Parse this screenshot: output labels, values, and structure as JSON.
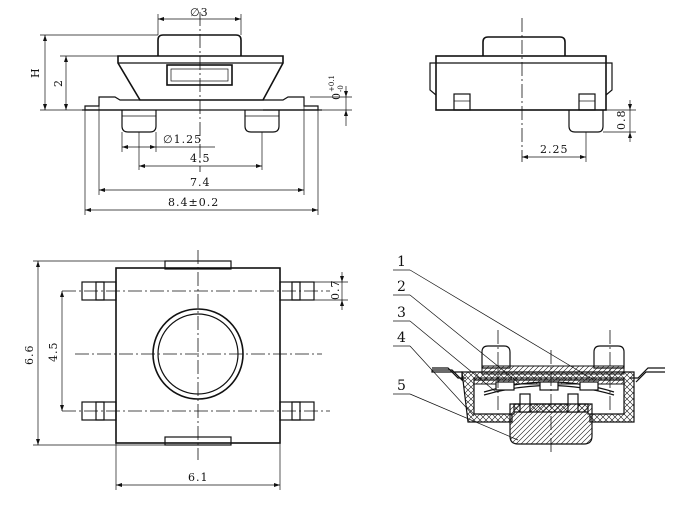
{
  "side_view": {
    "dia_top": "∅3",
    "height": "H",
    "dim_2": "2",
    "tol_main": "0",
    "tol_sup": "+0.1",
    "tol_sub": "-0",
    "dia_pin": "∅1.25",
    "w_45": "4.5",
    "w_74": "7.4",
    "w_84": "8.4±0.2"
  },
  "end_view": {
    "dim_08": "0.8",
    "dim_225": "2.25"
  },
  "top_view": {
    "dim_07": "0.7",
    "dim_66": "6.6",
    "dim_45": "4.5",
    "dim_61": "6.1"
  },
  "section_view": {
    "callouts": [
      "1",
      "2",
      "3",
      "4",
      "5"
    ]
  }
}
